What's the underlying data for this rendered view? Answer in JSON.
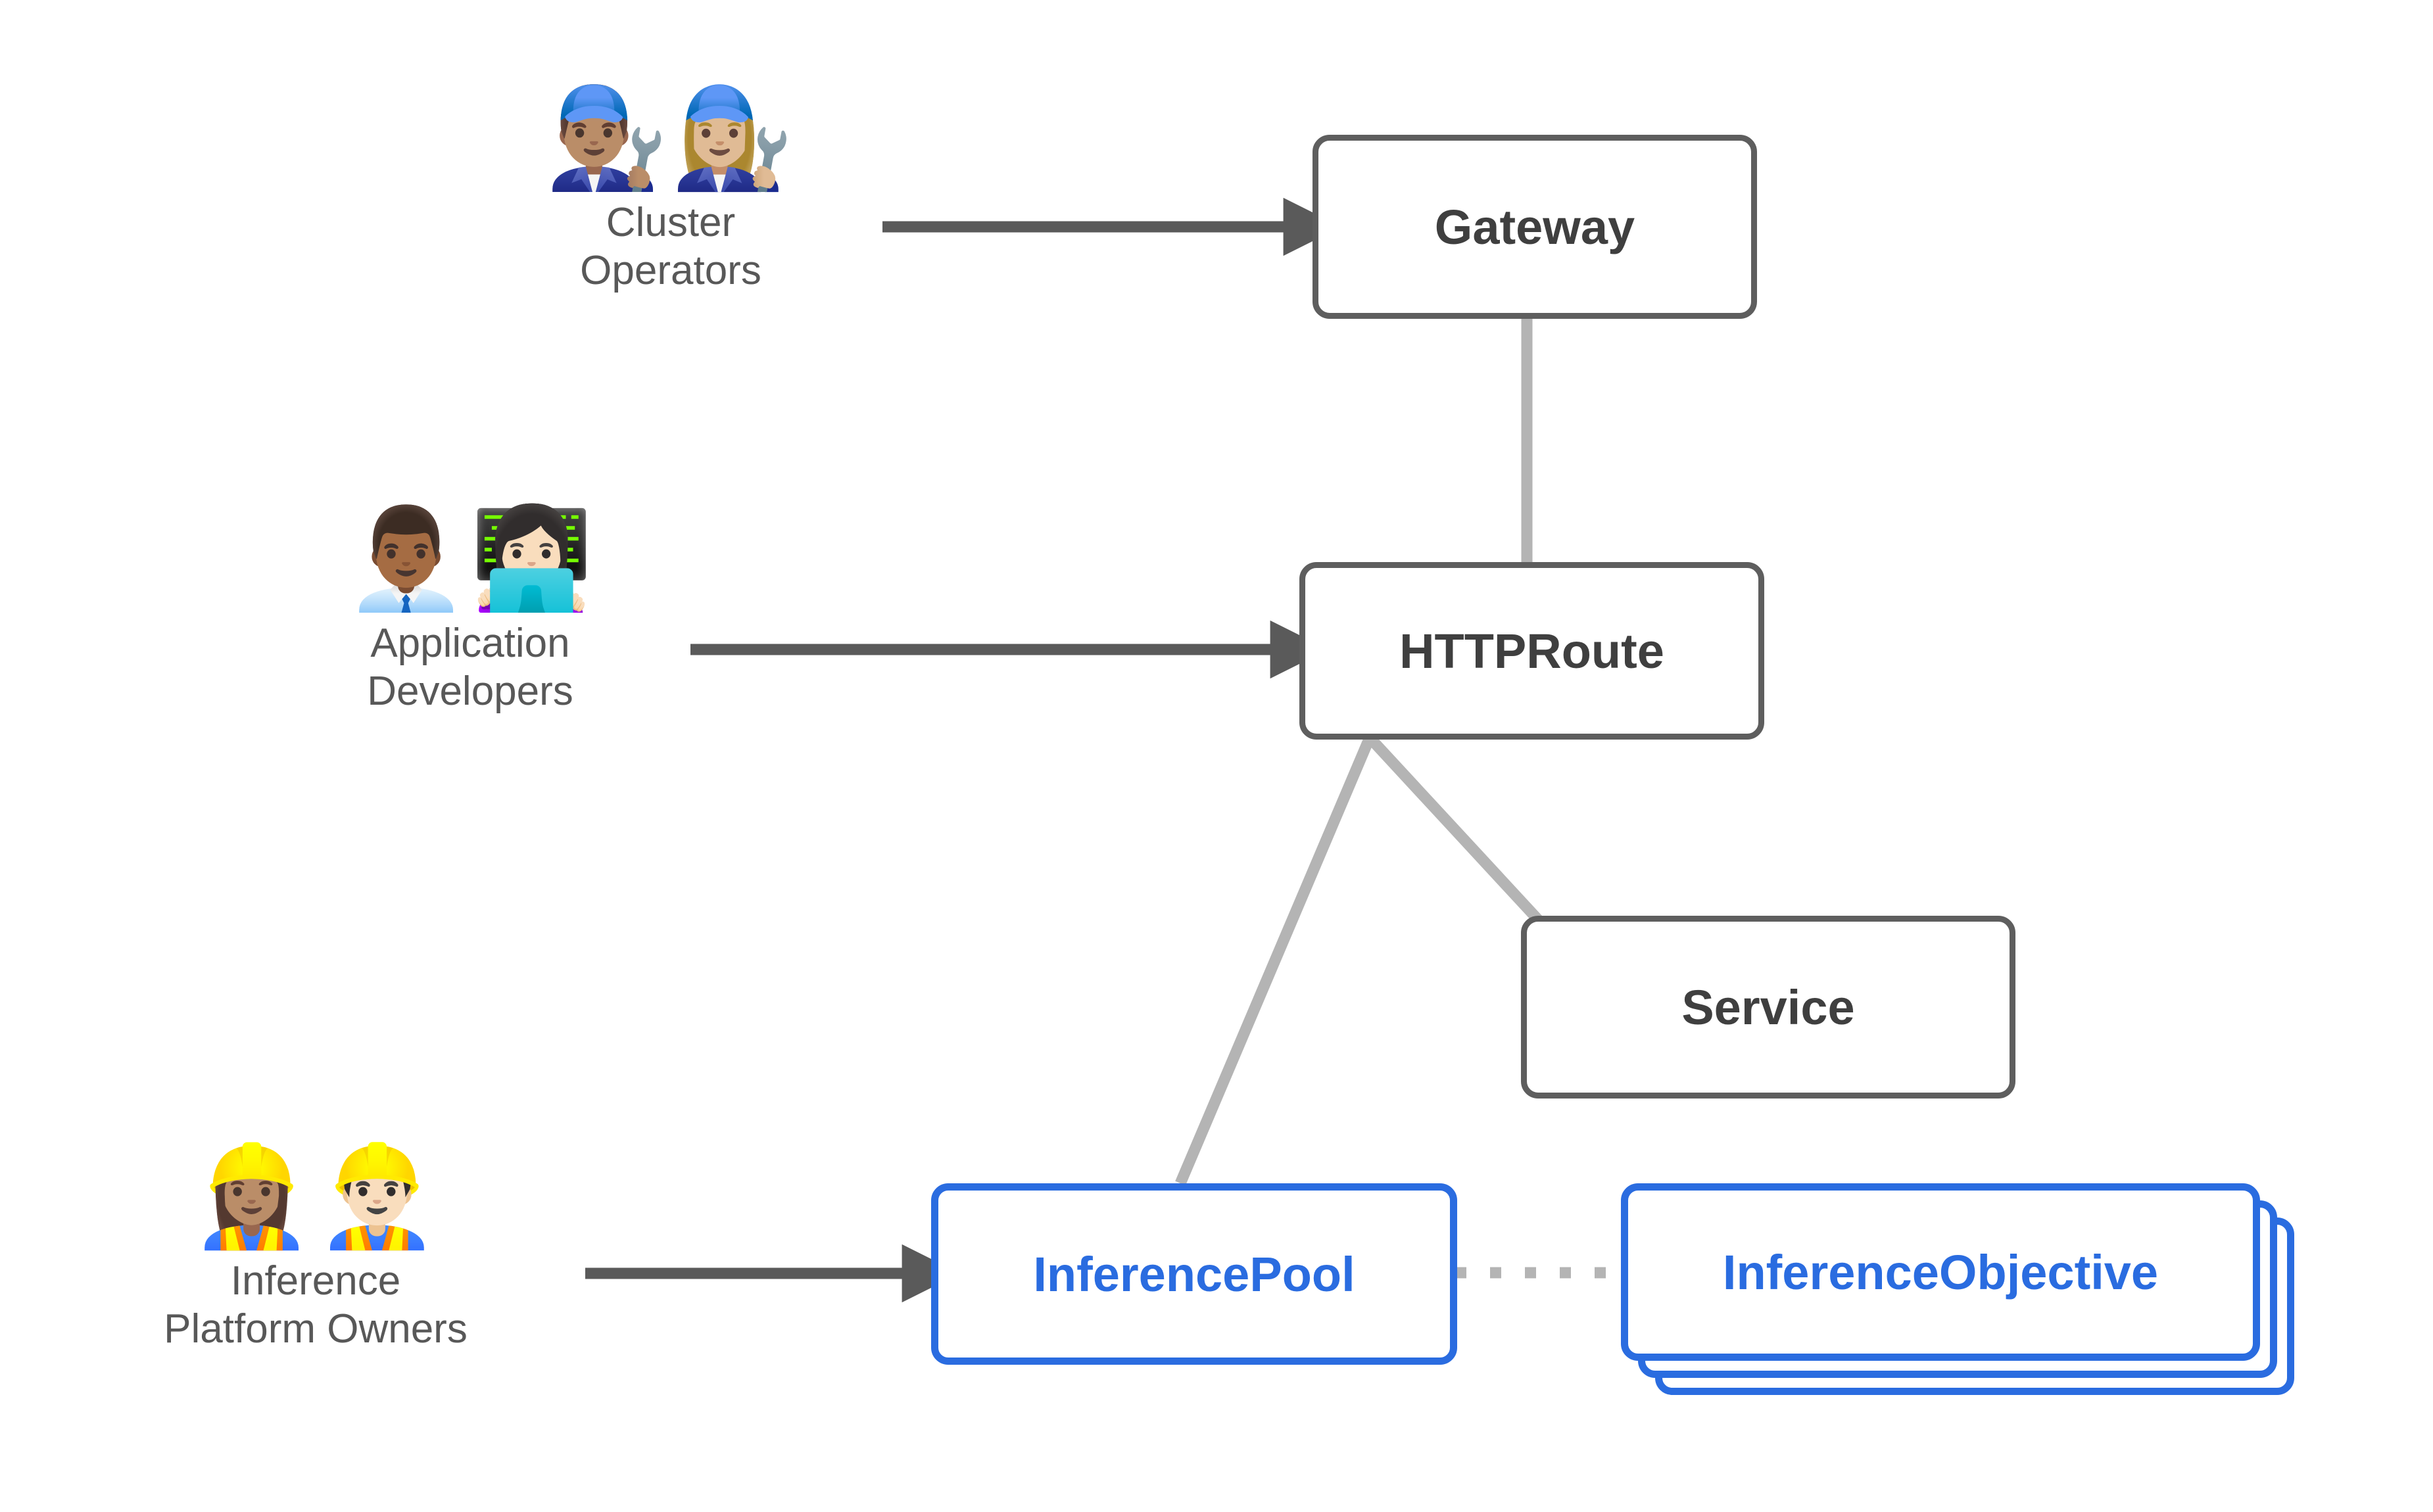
{
  "diagram": {
    "title": "Gateway API Inference Extension resource model",
    "background_color": "#ffffff",
    "colors": {
      "node_gray_border": "#5e5e5e",
      "node_gray_text": "#3f3f3f",
      "node_blue_border": "#2a6ce0",
      "node_blue_text": "#2a6ce0",
      "arrow_dark": "#5a5a5a",
      "edge_light": "#b4b4b4",
      "label_text": "#585858"
    }
  },
  "personas": [
    {
      "id": "cluster-operators",
      "label": "Cluster\nOperators",
      "emojis": "👨🏽‍🔧👩🏼‍🔧",
      "emoji_names": [
        "man-mechanic-medium-skin-tone",
        "woman-mechanic-medium-light-skin-tone"
      ],
      "targets": [
        "gateway"
      ]
    },
    {
      "id": "application-developers",
      "label": "Application\nDevelopers",
      "emojis": "👨🏾‍💼👩🏻‍💻",
      "emoji_names": [
        "man-office-worker-medium-dark-skin-tone",
        "woman-technologist-light-skin-tone"
      ],
      "targets": [
        "httproute"
      ]
    },
    {
      "id": "inference-platform-owners",
      "label": "Inference\nPlatform Owners",
      "emojis": "👷🏽‍♀️👷🏻‍♂️",
      "emoji_names": [
        "woman-construction-worker-medium-skin-tone",
        "man-construction-worker-light-skin-tone"
      ],
      "targets": [
        "inferencepool"
      ]
    }
  ],
  "nodes": [
    {
      "id": "gateway",
      "label": "Gateway",
      "style": "gray",
      "stacked": false
    },
    {
      "id": "httproute",
      "label": "HTTPRoute",
      "style": "gray",
      "stacked": false
    },
    {
      "id": "service",
      "label": "Service",
      "style": "gray",
      "stacked": false
    },
    {
      "id": "inferencepool",
      "label": "InferencePool",
      "style": "blue",
      "stacked": false
    },
    {
      "id": "inferenceobjective",
      "label": "InferenceObjective",
      "style": "blue",
      "stacked": true,
      "stack_count": 3
    }
  ],
  "edges": [
    {
      "from": "cluster-operators",
      "to": "gateway",
      "kind": "arrow",
      "color": "#5a5a5a"
    },
    {
      "from": "application-developers",
      "to": "httproute",
      "kind": "arrow",
      "color": "#5a5a5a"
    },
    {
      "from": "inference-platform-owners",
      "to": "inferencepool",
      "kind": "arrow",
      "color": "#5a5a5a"
    },
    {
      "from": "gateway",
      "to": "httproute",
      "kind": "line",
      "color": "#b4b4b4"
    },
    {
      "from": "httproute",
      "to": "inferencepool",
      "kind": "line",
      "color": "#b4b4b4"
    },
    {
      "from": "httproute",
      "to": "service",
      "kind": "line",
      "color": "#b4b4b4"
    },
    {
      "from": "inferencepool",
      "to": "inferenceobjective",
      "kind": "dotted",
      "color": "#b4b4b4"
    }
  ]
}
